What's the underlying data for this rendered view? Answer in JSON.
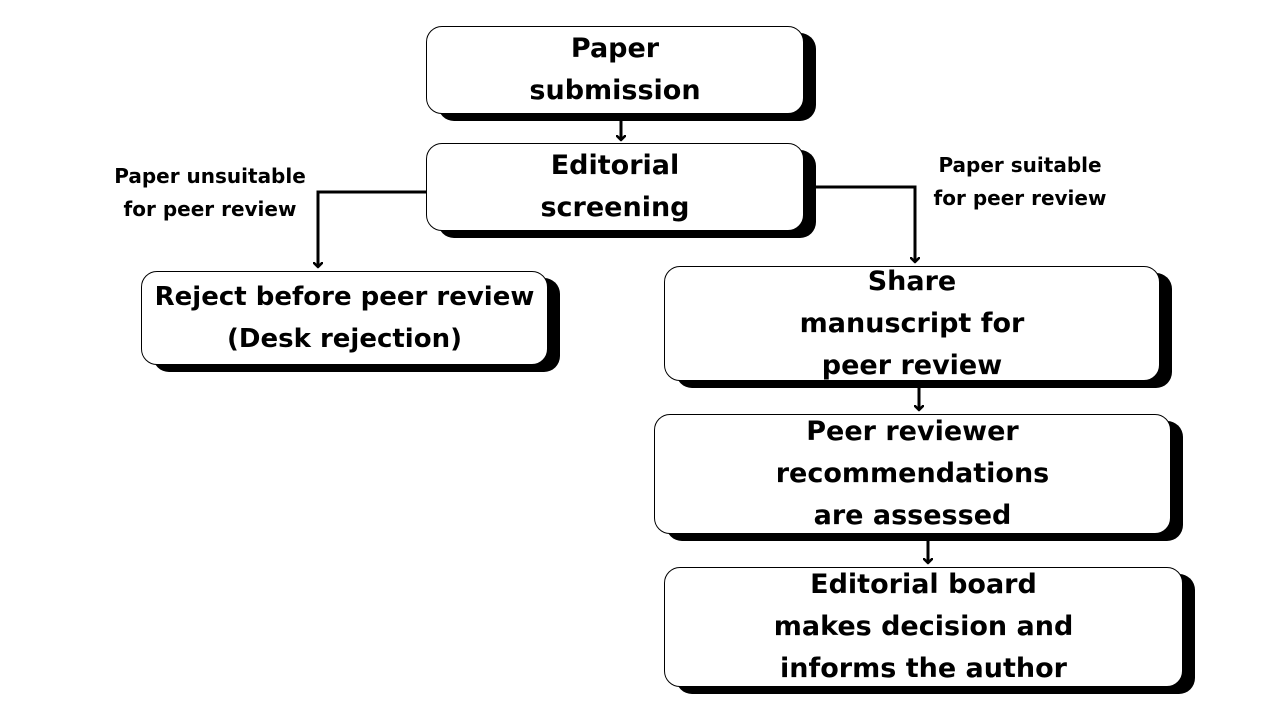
{
  "nodes": {
    "paper_submission": "Paper\nsubmission",
    "editorial_screening": "Editorial\nscreening",
    "desk_rejection": "Reject before peer review\n(Desk rejection)",
    "share_manuscript": "Share\nmanuscript for\npeer review",
    "reviewer_recommendations": "Peer reviewer\nrecommendations\nare assessed",
    "editorial_decision": "Editorial board\nmakes decision and\ninforms the author"
  },
  "edge_labels": {
    "unsuitable": "Paper unsuitable\nfor peer review",
    "suitable": "Paper suitable\nfor peer review"
  },
  "colors": {
    "stroke": "#000000",
    "fill": "#ffffff"
  }
}
